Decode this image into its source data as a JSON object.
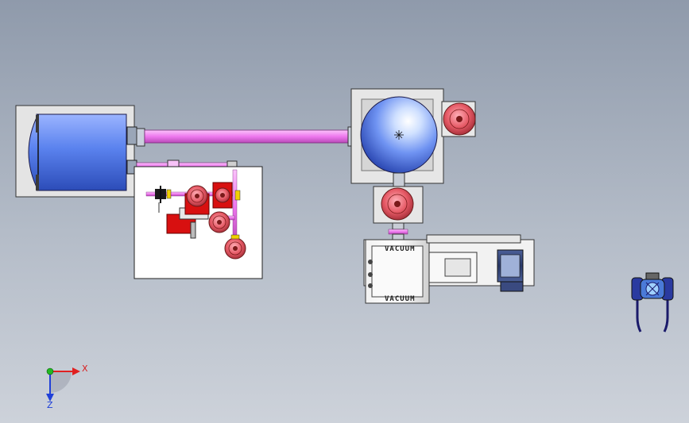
{
  "viewport": {
    "background_top": "#8f9aab",
    "background_bottom": "#cdd2da"
  },
  "colors": {
    "pipe": "#f07ff0",
    "vessel_blue": "#5a82ee",
    "pump_red": "#e05a66",
    "panel_white": "#ffffff",
    "motor_dark": "#2a3a6a"
  },
  "pump_labels": {
    "top": "VACUUM",
    "bottom": "VACUUM"
  },
  "triad": {
    "x_label": "X",
    "z_label": "Z",
    "x_color": "#e02020",
    "y_color": "#22b822",
    "z_color": "#2040d8"
  }
}
